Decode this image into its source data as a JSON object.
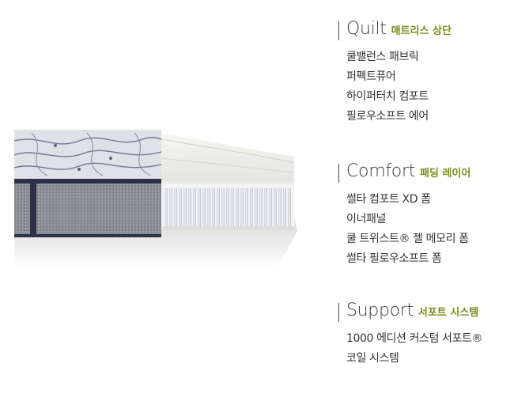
{
  "layers": [
    {
      "title_en": "Quilt",
      "title_ko": "매트리스 상단",
      "items": [
        "쿨밸런스 패브릭",
        "퍼펙트퓨어",
        "하이퍼터치 컴포트",
        "필로우소프트 에어"
      ]
    },
    {
      "title_en": "Comfort",
      "title_ko": "패딩 레이어",
      "items": [
        "썰타 컴포트 XD 폼",
        "이너패널",
        "쿨 트위스트® 젤 메모리 폼",
        "썰타 필로우소프트 폼"
      ]
    },
    {
      "title_en": "Support",
      "title_ko": "서포트 시스템",
      "items": [
        "1000 에디션 커스텀 서포트®",
        "코일 시스템"
      ]
    }
  ],
  "colors": {
    "accent": "#7c8c1c",
    "border_navy": "#2b3146",
    "side_fabric": "#8a8d96"
  }
}
